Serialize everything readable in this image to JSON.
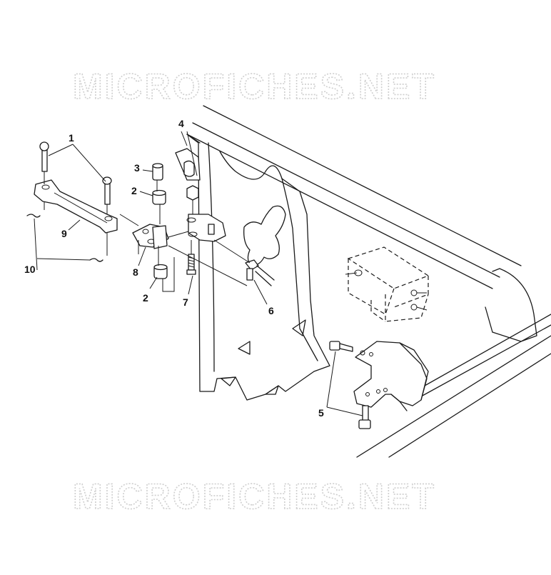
{
  "watermark": {
    "top": "MICROFICHES.NET",
    "bottom": "MICROFICHES.NET"
  },
  "callouts": {
    "c1": "1",
    "c2a": "2",
    "c2b": "2",
    "c3": "3",
    "c4": "4",
    "c5": "5",
    "c6": "6",
    "c7": "7",
    "c8": "8",
    "c9": "9",
    "c10": "10"
  }
}
